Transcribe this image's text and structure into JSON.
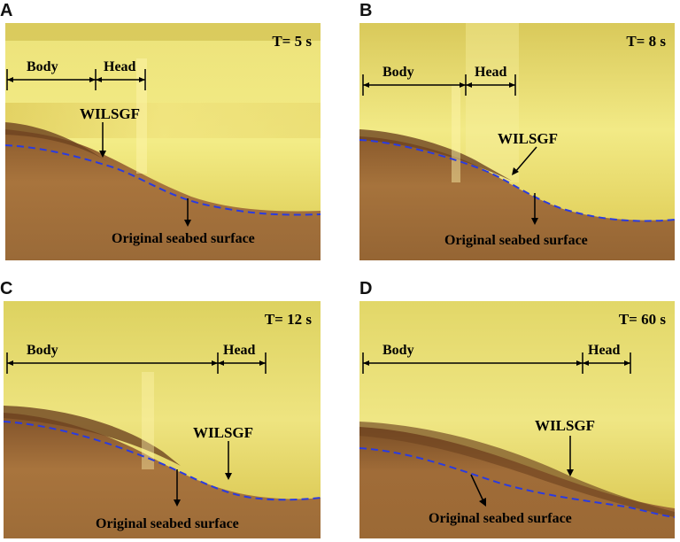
{
  "panels": [
    {
      "letter": "A",
      "time": "T= 5 s",
      "body_label": "Body",
      "head_label": "Head",
      "flow_label": "WILSGF",
      "seabed_label": "Original seabed surface"
    },
    {
      "letter": "B",
      "time": "T= 8 s",
      "body_label": "Body",
      "head_label": "Head",
      "flow_label": "WILSGF",
      "seabed_label": "Original seabed surface"
    },
    {
      "letter": "C",
      "time": "T= 12 s",
      "body_label": "Body",
      "head_label": "Head",
      "flow_label": "WILSGF",
      "seabed_label": "Original seabed surface"
    },
    {
      "letter": "D",
      "time": "T= 60 s",
      "body_label": "Body",
      "head_label": "Head",
      "flow_label": "WILSGF",
      "seabed_label": "Original seabed surface"
    }
  ],
  "colors": {
    "water_top": "#f0e98a",
    "water_bottom": "#c9b22e",
    "sediment": "#a8733a",
    "sediment_dark": "#7a4e25",
    "seabed_line": "#2a3be0"
  }
}
